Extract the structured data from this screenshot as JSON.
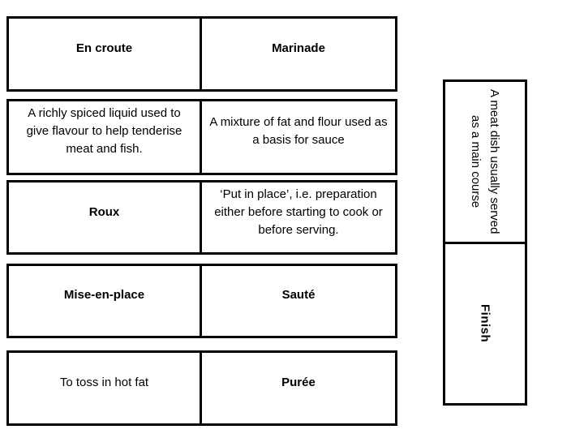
{
  "worksheet": {
    "background_color": "#ffffff",
    "border_color": "#000000",
    "text_color": "#000000",
    "rows": [
      {
        "left": {
          "text": "En croute",
          "kind": "term"
        },
        "right": {
          "text": "Marinade",
          "kind": "term"
        }
      },
      {
        "left": {
          "text": "A richly spiced liquid used to give flavour to help tenderise meat and fish.",
          "kind": "definition"
        },
        "right": {
          "text": "A mixture of fat and flour used as a basis for sauce",
          "kind": "definition"
        }
      },
      {
        "left": {
          "text": "Roux",
          "kind": "term"
        },
        "right": {
          "text": "‘Put in place’, i.e. preparation either before starting to cook or before serving.",
          "kind": "definition"
        }
      },
      {
        "left": {
          "text": "Mise-en-place",
          "kind": "term"
        },
        "right": {
          "text": "Sauté",
          "kind": "term"
        }
      },
      {
        "left": {
          "text": "To toss in hot fat",
          "kind": "definition"
        },
        "right": {
          "text": "Purée",
          "kind": "term"
        }
      }
    ],
    "side_panel": {
      "top_card": {
        "text": "A meat dish usually served as a main course",
        "kind": "definition",
        "orientation": "vertical"
      },
      "bottom_card": {
        "text": "Finish",
        "kind": "term",
        "orientation": "vertical"
      }
    }
  }
}
